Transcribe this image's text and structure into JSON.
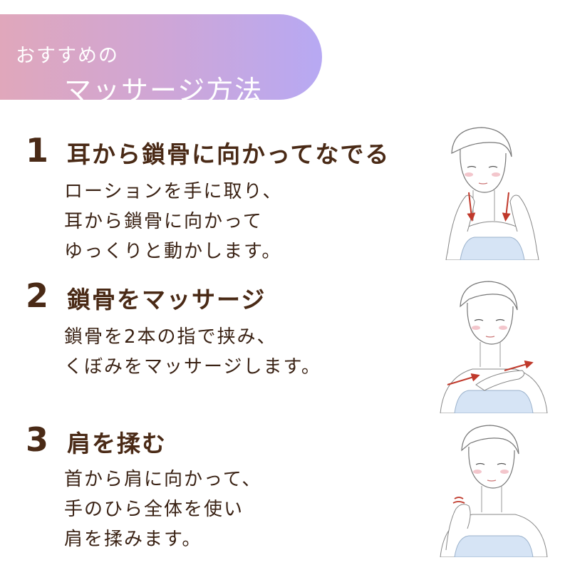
{
  "header": {
    "small": "おすすめの",
    "big": "マッサージ方法"
  },
  "steps": [
    {
      "number": "1",
      "title": "耳から鎖骨に向かってなでる",
      "lines": [
        "ローションを手に取り、",
        "耳から鎖骨に向かって",
        "ゆっくりと動かします。"
      ]
    },
    {
      "number": "2",
      "title": "鎖骨をマッサージ",
      "lines": [
        "鎖骨を2本の指で挟み、",
        "くぼみをマッサージします。"
      ]
    },
    {
      "number": "3",
      "title": "肩を揉む",
      "lines": [
        "首から肩に向かって、",
        "手のひら全体を使い",
        "肩を揉みます。"
      ]
    }
  ],
  "colors": {
    "banner_gradient": [
      "#e0a7bb",
      "#cfa6d6",
      "#b7a9f3"
    ],
    "text_brown": "#4a2a16",
    "arrow_red": "#c0392b",
    "camisole_blue": "#d6e4f5"
  },
  "illustrations": [
    "woman-neck-stroke-illustration",
    "woman-collarbone-massage-illustration",
    "woman-shoulder-knead-illustration"
  ]
}
